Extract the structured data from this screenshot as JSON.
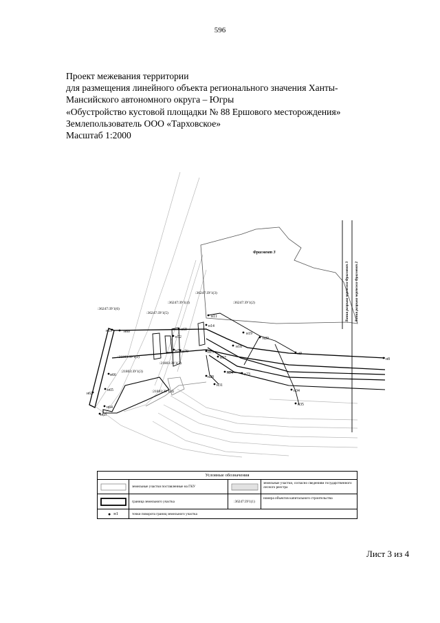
{
  "page_number": "596",
  "title_lines": [
    "Проект межевания  территории",
    "для размещения линейного объекта регионального значения Ханты-",
    "Мансийского автономного округа – Югры",
    "«Обустройство кустовой площадки № 88 Ершового месторождения»",
    "Землепользователь ООО «Тарховское»",
    "Масштаб 1:2000"
  ],
  "map": {
    "fragment_label": "Фрагмент 3",
    "break_line_3": "Линия разрыва чертежа Фрагмент 3",
    "break_line_2": "Линия разрыва чертежа Фрагмент 2",
    "parcel_labels": [
      ":36247:ЗУ1(6)",
      ":36247:ЗУ1(5)",
      ":36247:ЗУ1(4)",
      ":36247:ЗУ1(3)",
      ":36247:ЗУ1(2)",
      ":21803:ЗУ1(2)",
      ":21803:ЗУ1(3)",
      ":21803:ЗУ1(3)",
      ":21803:ЗУ1(4)"
    ],
    "point_labels": [
      "н61",
      "н60",
      "н11",
      "н14",
      "н19",
      "н20",
      "н18",
      "н9",
      "н8",
      "н17",
      "н15",
      "н24",
      "н23",
      "н28",
      "н31",
      "н34",
      "н35",
      "н69",
      "н72",
      "н74",
      "н70",
      "н66",
      "н65",
      "н64",
      "н63",
      "н62"
    ]
  },
  "legend": {
    "header": "Условные обозначения",
    "rows": [
      {
        "left_text": "земельные участки поставленные на ГКУ",
        "right_text": "земельные участки, согласно сведениям государственного лесного реестра"
      },
      {
        "left_text": "граница земельного участка",
        "right_symbol": ":36247:ЗУ1(1)",
        "right_text": "номера объектов капитального строительства"
      },
      {
        "symbol_label": "н1",
        "left_text": "точки поворота границ земельного участка"
      }
    ]
  },
  "sheet_label": "Лист 3 из 4"
}
